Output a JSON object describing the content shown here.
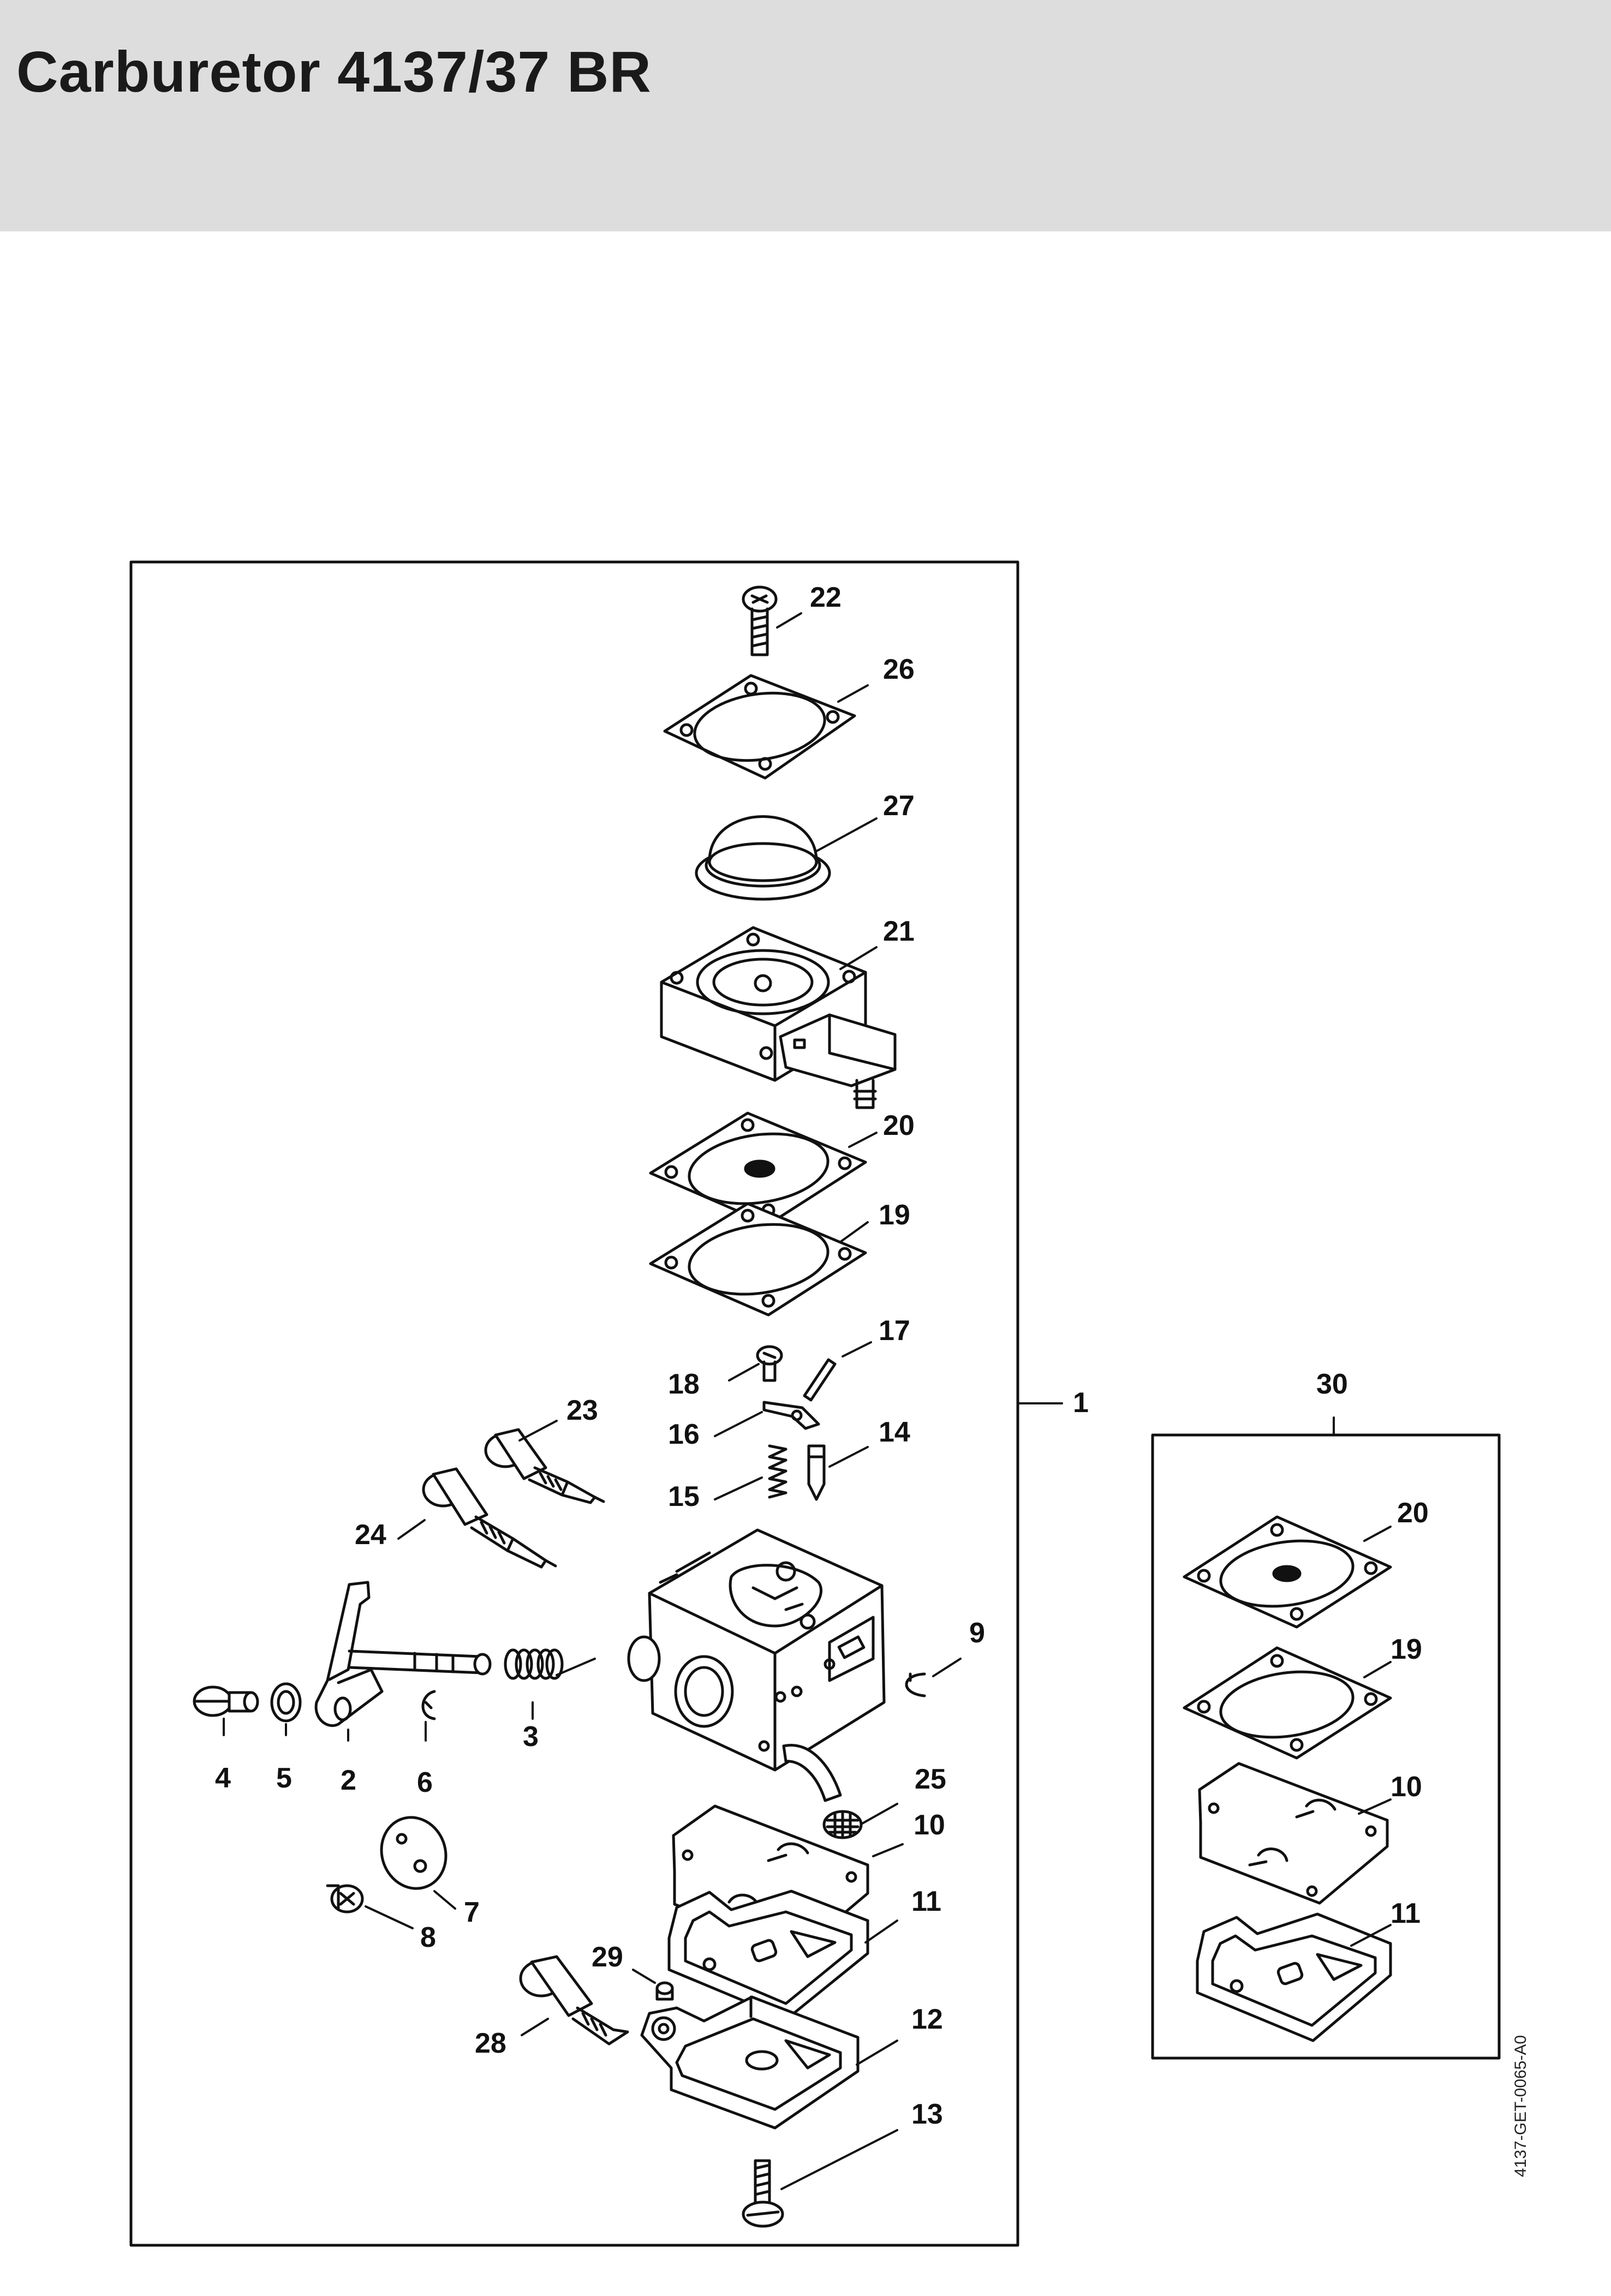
{
  "header": {
    "title": "Carburetor 4137/37 BR"
  },
  "reference_code": "4137-GET-0065-A0",
  "assembly": {
    "label": "1"
  },
  "kit": {
    "label": "30"
  },
  "callouts": {
    "c2": "2",
    "c3": "3",
    "c4": "4",
    "c5": "5",
    "c6": "6",
    "c7": "7",
    "c8": "8",
    "c9": "9",
    "c10": "10",
    "c11": "11",
    "c12": "12",
    "c13": "13",
    "c14": "14",
    "c15": "15",
    "c16": "16",
    "c17": "17",
    "c18": "18",
    "c19": "19",
    "c20": "20",
    "c21": "21",
    "c22": "22",
    "c23": "23",
    "c24": "24",
    "c25": "25",
    "c26": "26",
    "c27": "27",
    "c28": "28",
    "c29": "29"
  },
  "kit_callouts": {
    "k20": "20",
    "k19": "19",
    "k10": "10",
    "k11": "11"
  }
}
